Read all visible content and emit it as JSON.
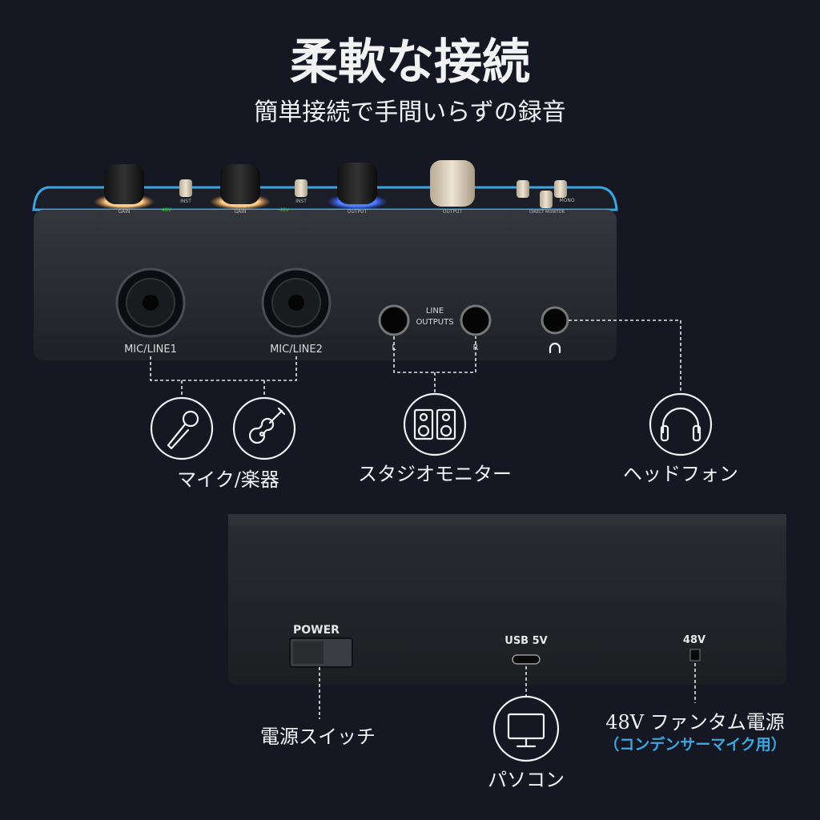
{
  "header": {
    "title": "柔軟な接続",
    "subtitle": "簡単接続で手間いらずの録音"
  },
  "front_panel": {
    "top_labels": [
      "GAIN",
      "INST",
      "48V",
      "GAIN",
      "INST",
      "48V",
      "OUTPUT",
      "OUTPUT",
      "DIRECT MONITOR",
      "MONO"
    ],
    "inputs": [
      "MIC/LINE1",
      "MIC/LINE2"
    ],
    "line_outputs": "LINE OUTPUTS",
    "line_outputs_lines": [
      "LINE",
      "OUTPUTS"
    ],
    "left": "L",
    "right": "R"
  },
  "connections": [
    {
      "label": "マイク/楽器",
      "icons": [
        "microphone-icon",
        "guitar-icon"
      ]
    },
    {
      "label": "スタジオモニター",
      "icons": [
        "speaker-icon"
      ]
    },
    {
      "label": "ヘッドフォン",
      "icons": [
        "headphones-icon"
      ]
    }
  ],
  "rear_panel": {
    "power": "POWER",
    "usb": "USB 5V",
    "phantom": "48V"
  },
  "rear_connections": {
    "power_switch": "電源スイッチ",
    "computer": "パソコン",
    "phantom_power": "48V ファンタム電源",
    "phantom_note": "（コンデンサーマイク用）"
  },
  "colors": {
    "background": "#151823",
    "accent_blue": "#3da5e0",
    "gain_glow": "#f0a050",
    "output_glow": "#2f6bff"
  }
}
